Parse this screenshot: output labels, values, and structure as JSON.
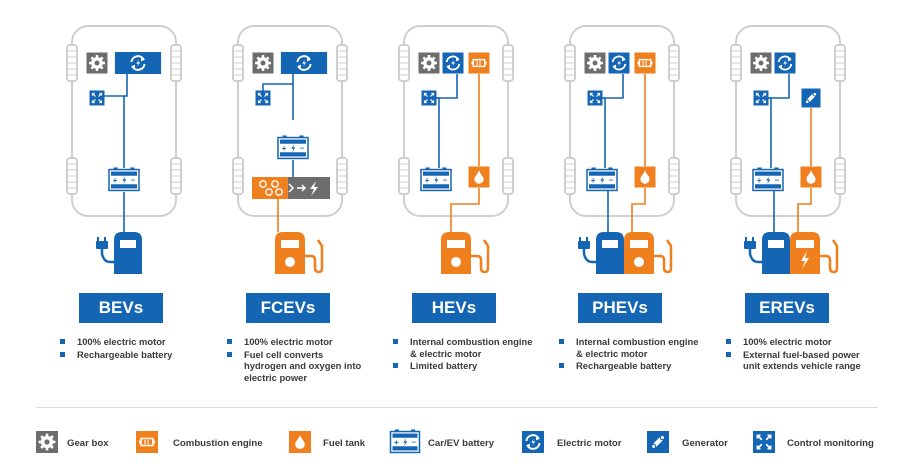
{
  "colors": {
    "blue": "#1565b5",
    "orange": "#f07f1d",
    "gray_icon": "#6d6d6d",
    "outline": "#cfcfcf",
    "text": "#3a3a3a"
  },
  "vehicles": [
    {
      "label": "BEVs",
      "features": [
        "100% electric motor",
        "Rechargeable battery"
      ],
      "components": [
        "gear-box",
        "electric-motor",
        "control-monitoring",
        "battery"
      ],
      "stations": [
        "electric"
      ]
    },
    {
      "label": "FCEVs",
      "features": [
        "100% electric motor",
        "Fuel cell converts hydrogen and oxygen into electric power"
      ],
      "components": [
        "gear-box",
        "electric-motor",
        "control-monitoring",
        "battery",
        "fuel-cell"
      ],
      "stations": [
        "fuel"
      ]
    },
    {
      "label": "HEVs",
      "features": [
        "Internal combustion engine & electric motor",
        "Limited battery"
      ],
      "components": [
        "gear-box",
        "electric-motor",
        "combustion-engine",
        "control-monitoring",
        "battery",
        "fuel-tank"
      ],
      "stations": [
        "fuel"
      ]
    },
    {
      "label": "PHEVs",
      "features": [
        "Internal combustion engine & electric motor",
        "Rechargeable battery"
      ],
      "components": [
        "gear-box",
        "electric-motor",
        "combustion-engine",
        "control-monitoring",
        "battery",
        "fuel-tank"
      ],
      "stations": [
        "electric",
        "fuel"
      ]
    },
    {
      "label": "EREVs",
      "features": [
        "100% electric motor",
        "External fuel-based power unit extends vehicle range"
      ],
      "components": [
        "gear-box",
        "electric-motor",
        "generator",
        "control-monitoring",
        "battery",
        "fuel-tank"
      ],
      "stations": [
        "electric",
        "fuel"
      ]
    }
  ],
  "legend": [
    {
      "icon": "gear-box",
      "label": "Gear box"
    },
    {
      "icon": "combustion-engine",
      "label": "Combustion engine"
    },
    {
      "icon": "fuel-tank",
      "label": "Fuel tank"
    },
    {
      "icon": "battery",
      "label": "Car/EV battery"
    },
    {
      "icon": "electric-motor",
      "label": "Electric motor"
    },
    {
      "icon": "generator",
      "label": "Generator"
    },
    {
      "icon": "control-monitoring",
      "label": "Control monitoring"
    }
  ]
}
